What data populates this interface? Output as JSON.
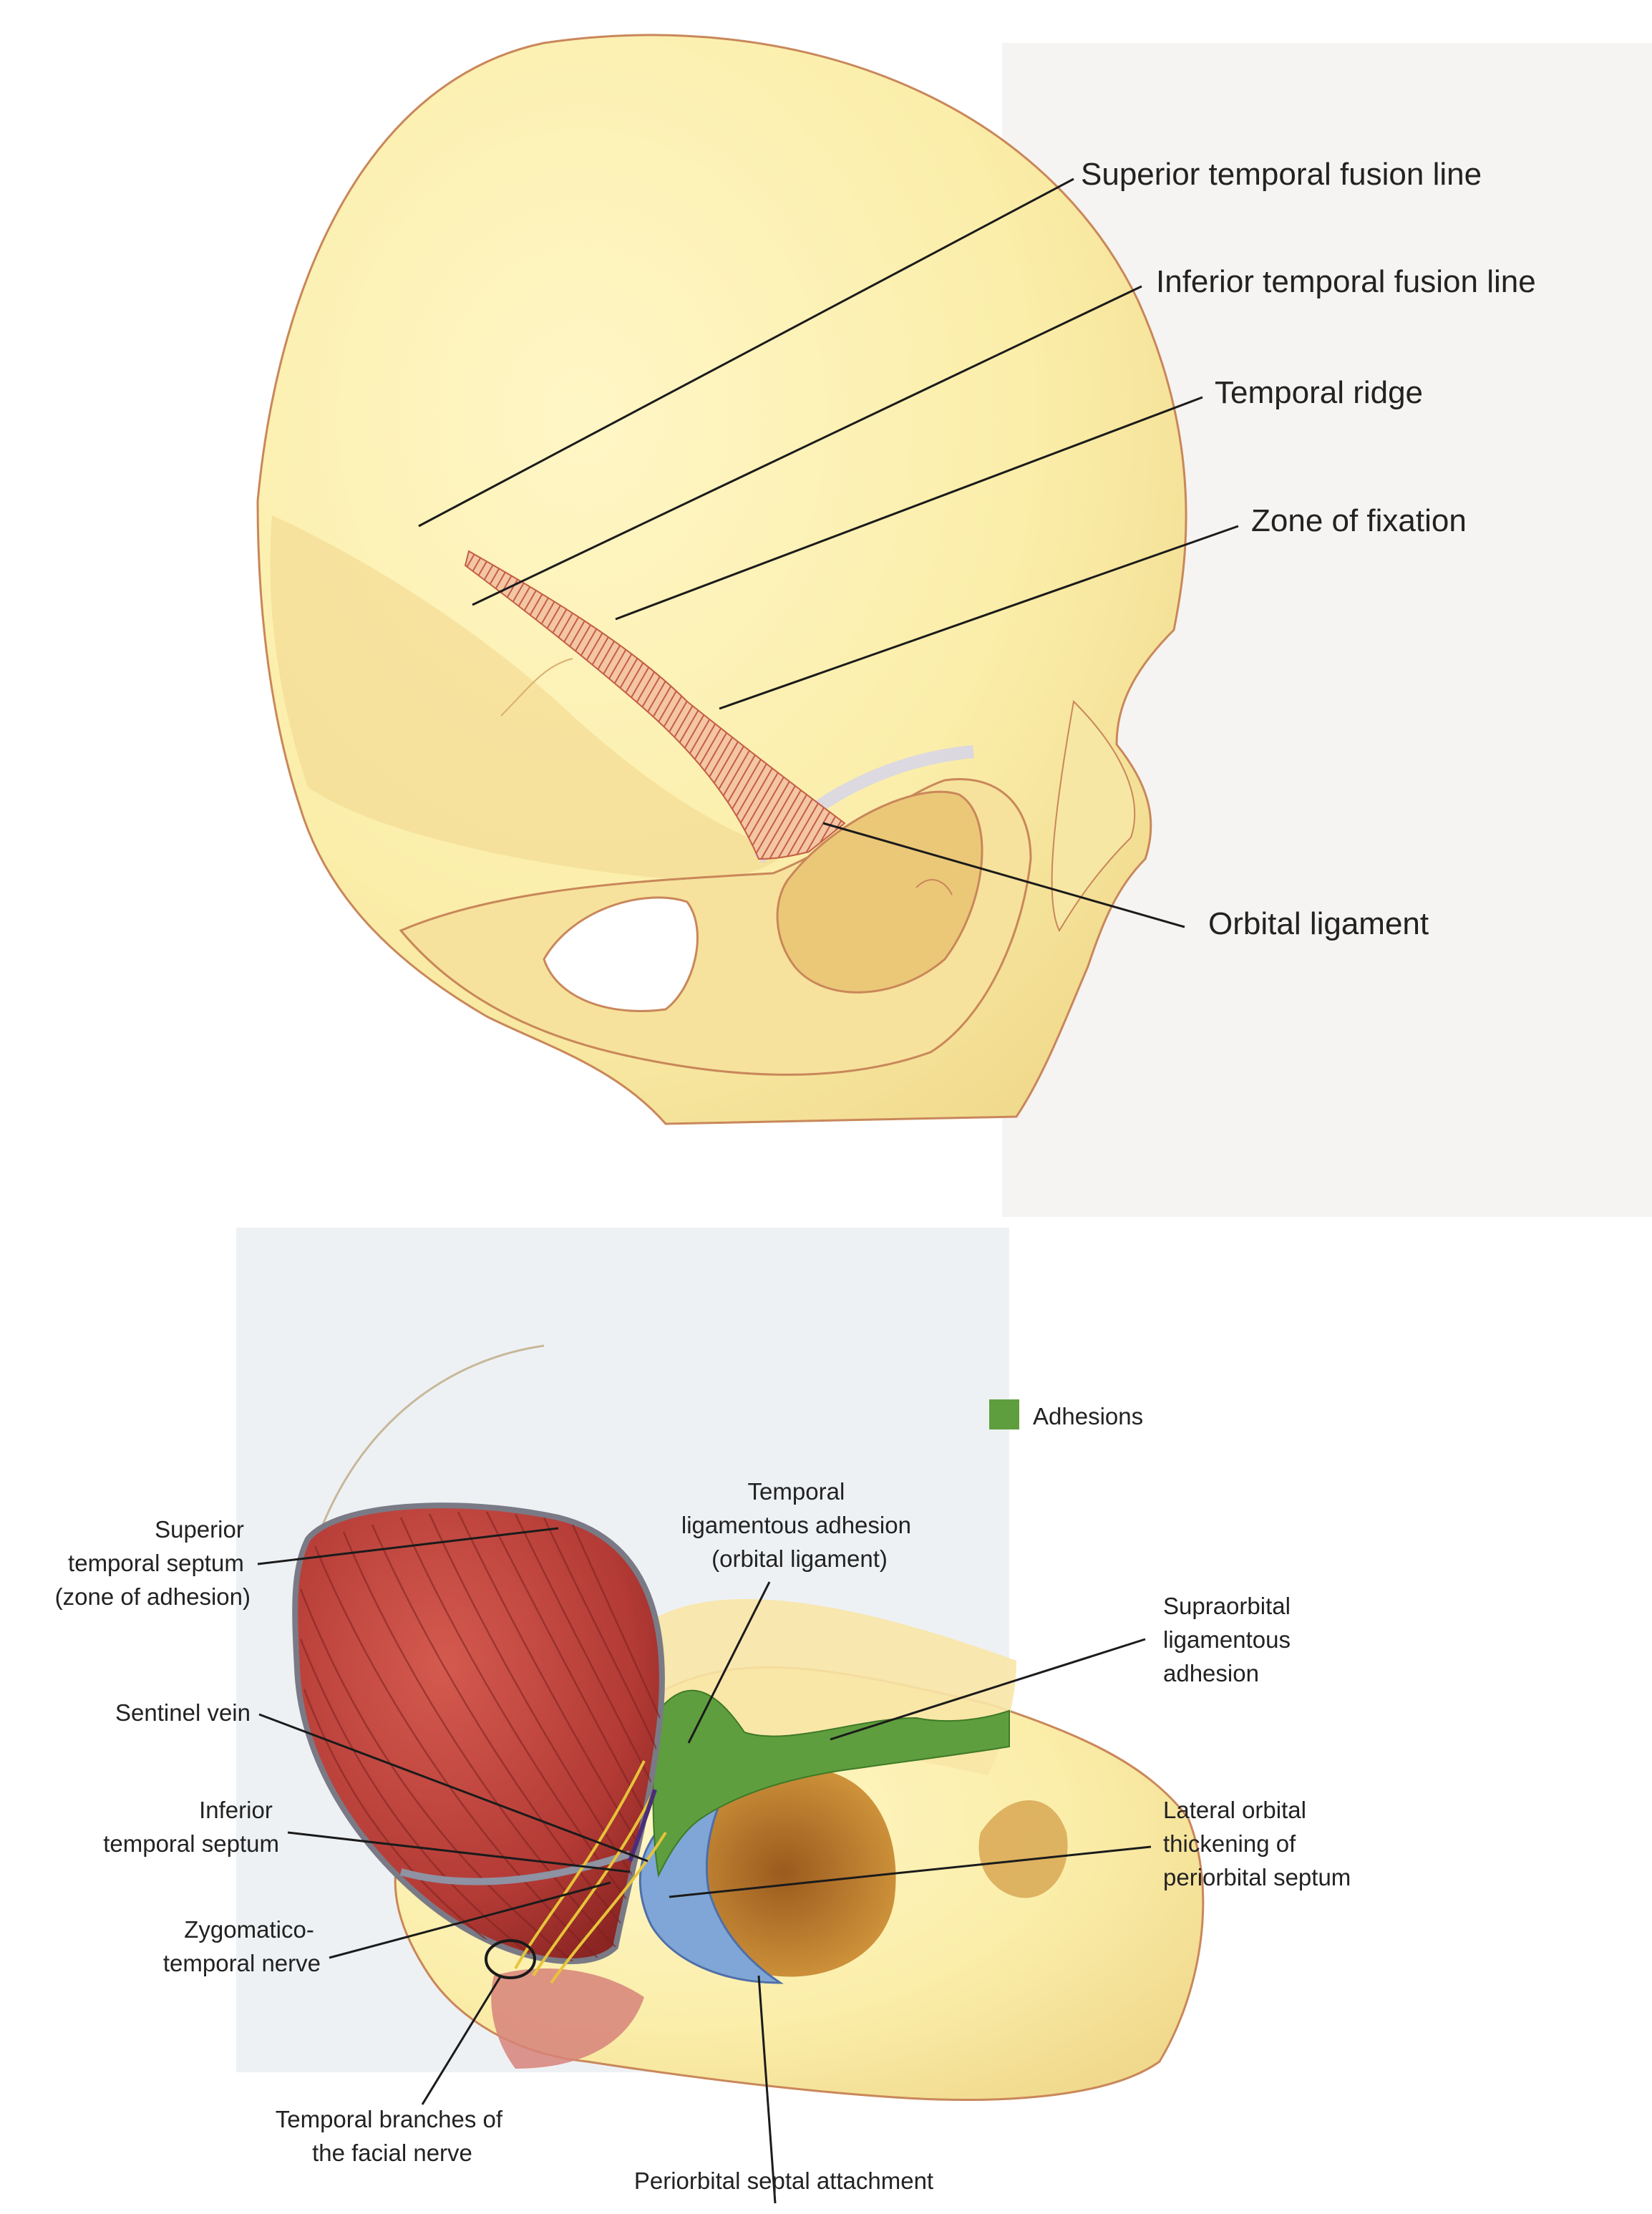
{
  "top_panel": {
    "labels": {
      "superior_fusion_line": "Superior temporal fusion line",
      "inferior_fusion_line": "Inferior temporal fusion line",
      "temporal_ridge": "Temporal ridge",
      "zone_of_fixation": "Zone of fixation",
      "orbital_ligament": "Orbital ligament"
    }
  },
  "bottom_panel": {
    "legend": {
      "label": "Adhesions",
      "color": "#5e9e3e"
    },
    "labels": {
      "superior_temporal_septum": [
        "Superior",
        "temporal septum",
        "(zone of adhesion)"
      ],
      "temporal_ligamentous_adhesion": [
        "Temporal",
        "ligamentous adhesion",
        "(orbital ligament)"
      ],
      "supraorbital_adhesion": [
        "Supraorbital",
        "ligamentous",
        "adhesion"
      ],
      "sentinel_vein": [
        "Sentinel vein"
      ],
      "inferior_temporal_septum": [
        "Inferior",
        "temporal septum"
      ],
      "lateral_orbital_thickening": [
        "Lateral orbital",
        "thickening of",
        "periorbital septum"
      ],
      "zygomaticotemporal_nerve": [
        "Zygomatico-",
        "temporal nerve"
      ],
      "temporal_branches": [
        "Temporal branches of",
        "the facial nerve"
      ],
      "periorbital_septal_attachment": [
        "Periorbital septal attachment"
      ]
    }
  },
  "colors": {
    "bone": "#fbeeaa",
    "bone_shadow": "#efd68a",
    "bone_outline": "#c9875a",
    "muscle": "#b33a35",
    "adhesion_green": "#5e9e3e",
    "periorbital_blue": "#7fa6d6",
    "nerve_yellow": "#e6c43a"
  }
}
